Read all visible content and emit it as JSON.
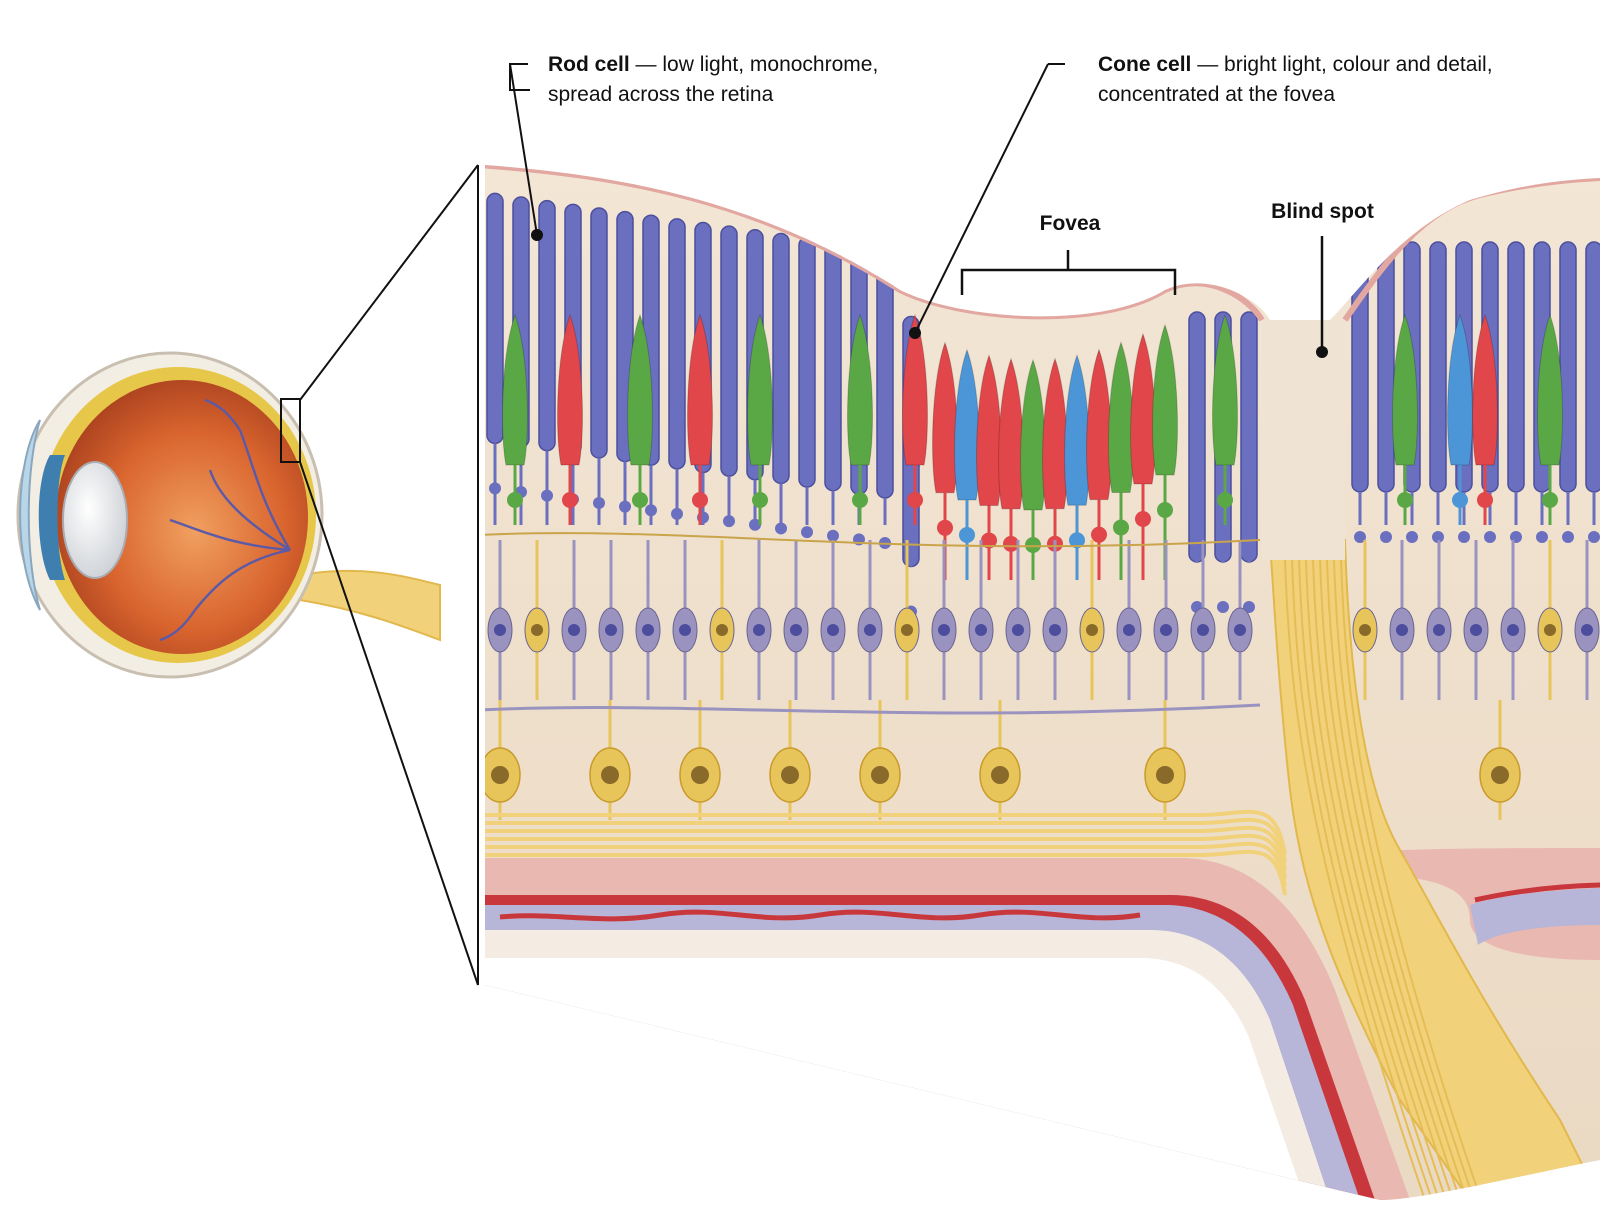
{
  "labels": {
    "rod": {
      "term": "Rod cell",
      "line1": "— low light, monochrome,",
      "line2": "spread across the retina"
    },
    "cone": {
      "term": "Cone cell",
      "line1": "— bright light, colour and detail,",
      "line2": "concentrated at the fovea"
    },
    "fovea": "Fovea",
    "blind_spot": "Blind spot"
  },
  "colors": {
    "rod": "#6b6fc0",
    "cone_red": "#e0464a",
    "cone_green": "#5aa845",
    "cone_blue": "#4c95d6",
    "bipolar": "#9a93c0",
    "ganglion": "#e8c55a",
    "nerve_fibers": "#f1d27a",
    "tissue": "#efe1cf",
    "choroid": "#e9b8b0",
    "vessel": "#c8373b",
    "eyeball_interior": "#d9642e",
    "sclera": "#f3eee4",
    "iris": "#3f7fb0"
  },
  "icons": [
    "rod-cell-icon",
    "cone-cell-icon",
    "bipolar-cell-icon",
    "ganglion-cell-icon",
    "eyeball-icon",
    "optic-nerve-icon"
  ]
}
